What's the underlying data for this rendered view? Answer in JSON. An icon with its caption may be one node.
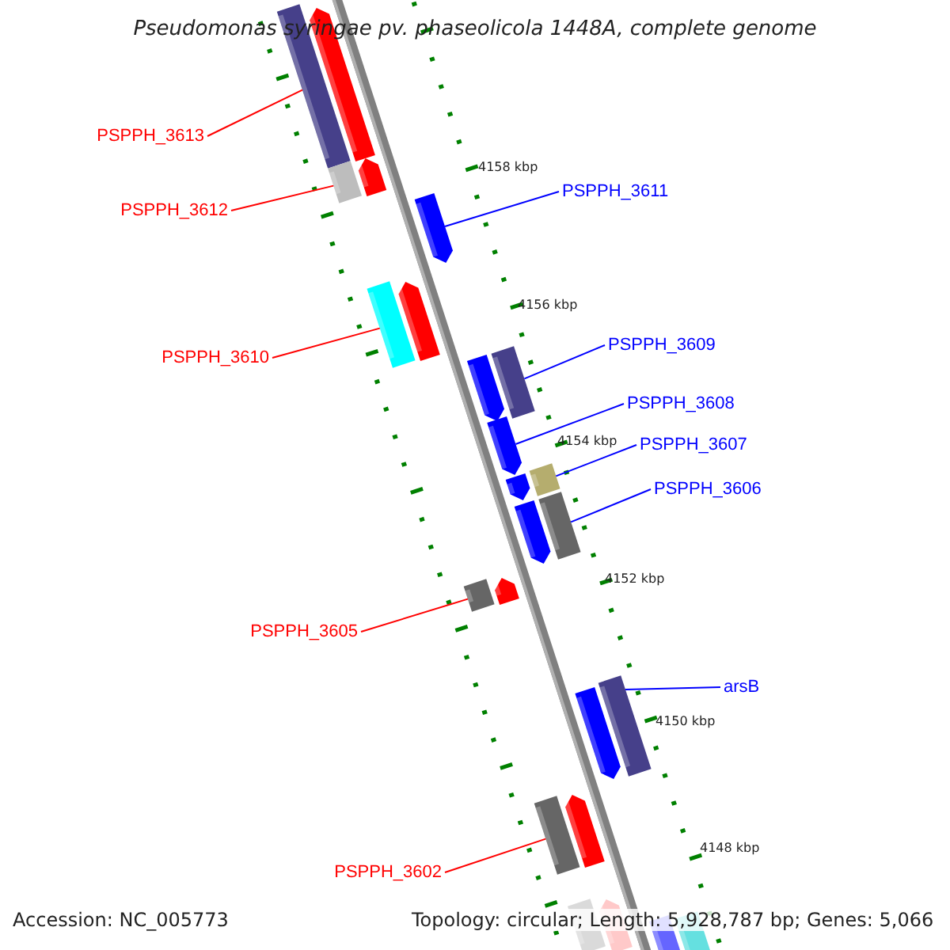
{
  "diagram": {
    "title": "Pseudomonas syringae pv. phaseolicola 1448A, complete genome",
    "nodes": [
      {
        "text": [
          "PSPPH_3613"
        ]
      },
      {
        "text": [
          "PSPPH_3611"
        ]
      },
      {
        "text": [
          "PSPPH_3612"
        ]
      },
      {
        "text": [
          "PSPPH_3609"
        ]
      },
      {
        "text": [
          "PSPPH_3610"
        ]
      },
      {
        "text": [
          "PSPPH_3608"
        ]
      },
      {
        "text": [
          "PSPPH_3607"
        ]
      },
      {
        "text": [
          "PSPPH_3606"
        ]
      },
      {
        "text": [
          "PSPPH_3605"
        ]
      },
      {
        "text": [
          "arsB"
        ]
      },
      {
        "text": [
          "PSPPH_3602"
        ]
      },
      {
        "text": [],
        "shape": "box"
      },
      {
        "text": [],
        "shape": "box"
      },
      {
        "text": [],
        "shape": "pentagon"
      },
      {
        "text": [],
        "shape": "box"
      },
      {
        "text": [],
        "shape": "box"
      },
      {
        "text": [],
        "shape": "pentagon"
      },
      {
        "text": [],
        "shape": "box"
      },
      {
        "text": [],
        "shape": "box"
      },
      {
        "text": [],
        "shape": "box"
      },
      {
        "text": [],
        "shape": "box"
      },
      {
        "text": [],
        "shape": "box"
      }
    ],
    "edges": [
      {
        "from": 0,
        "to": 11,
        "arrow": "none",
        "color": "#ff0000"
      },
      {
        "from": 1,
        "to": 13,
        "arrow": "none"
      },
      {
        "from": 2,
        "to": 12,
        "arrow": "none",
        "color": "#ff0000"
      },
      {
        "from": 3,
        "to": 15,
        "arrow": "none"
      },
      {
        "from": 4,
        "to": 14,
        "arrow": "none",
        "color": "#ff0000"
      },
      {
        "from": 5,
        "to": 16,
        "arrow": "none"
      },
      {
        "from": 6,
        "to": 17,
        "arrow": "none"
      },
      {
        "from": 7,
        "to": 18,
        "arrow": "none"
      },
      {
        "from": 8,
        "to": 19,
        "arrow": "none",
        "color": "#ff0000"
      },
      {
        "from": 9,
        "to": 20,
        "arrow": "none"
      },
      {
        "from": 10,
        "to": 21,
        "arrow": "none",
        "color": "#ff0000"
      }
    ],
    "labels": [
      "4158 kbp",
      "4156 kbp",
      "4154 kbp",
      "4152 kbp",
      "4150 kbp",
      "4148 kbp",
      "Accession: NC_005773",
      "Topology: circular; Length: 5,928,787 bp; Genes: 5,066"
    ]
  }
}
